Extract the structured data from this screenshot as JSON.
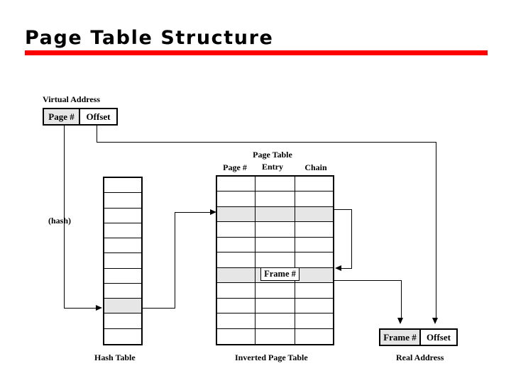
{
  "slide": {
    "title": "Page Table Structure",
    "accent_color": "#ff0000",
    "background_color": "#ffffff",
    "shade_color": "#e6e6e6"
  },
  "virtual_address": {
    "caption": "Virtual Address",
    "cells": [
      {
        "label": "Page #",
        "shaded": true
      },
      {
        "label": "Offset",
        "shaded": false
      }
    ]
  },
  "hash_label": "(hash)",
  "hash_table": {
    "caption": "Hash Table",
    "row_count": 11,
    "highlighted_rows": [
      8
    ]
  },
  "page_table": {
    "caption": "Inverted Page Table",
    "headers": [
      {
        "label": "Page #"
      },
      {
        "label_line1": "Page Table",
        "label_line2": "Entry"
      },
      {
        "label": "Chain"
      }
    ],
    "row_count": 11,
    "highlighted_rows": [
      2,
      6
    ],
    "frame_tag": "Frame #"
  },
  "real_address": {
    "caption": "Real Address",
    "cells": [
      {
        "label": "Frame #",
        "shaded": true
      },
      {
        "label": "Offset",
        "shaded": false
      }
    ]
  }
}
